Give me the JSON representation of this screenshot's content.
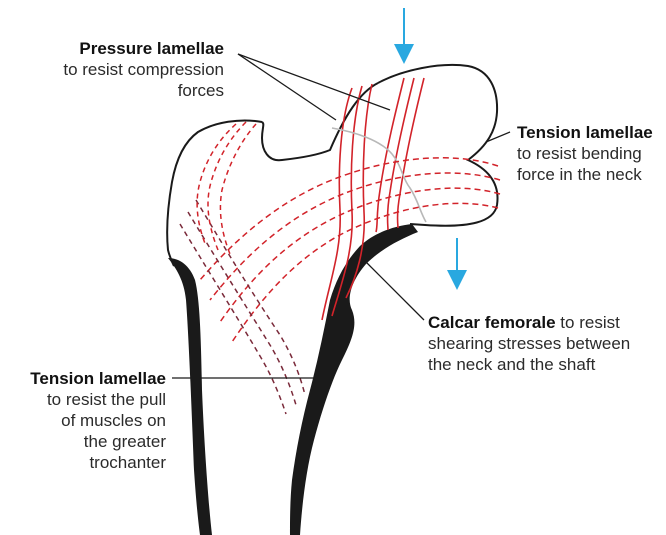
{
  "labels": {
    "pressure": {
      "title": "Pressure lamellae",
      "line1": "to resist compression",
      "line2": "forces"
    },
    "tension_neck": {
      "title": "Tension lamellae",
      "line1": "to resist bending",
      "line2": "force in the neck"
    },
    "calcar": {
      "title": "Calcar femorale",
      "title_suffix": " to resist",
      "line1": "shearing stresses between",
      "line2": "the neck and the shaft"
    },
    "tension_trochanter": {
      "title": "Tension lamellae",
      "line1": "to resist the pull",
      "line2": "of muscles on",
      "line3": "the greater",
      "line4": "trochanter"
    }
  },
  "colors": {
    "bone_outline": "#1a1a1a",
    "cortex": "#1a1a1a",
    "pressure_lamellae": "#d2232a",
    "tension_lamellae": "#d2232a",
    "trochanter_lamellae": "#7a2a3a",
    "load_arrow": "#29a8e0",
    "growth_plate": "#b8b8b8"
  }
}
